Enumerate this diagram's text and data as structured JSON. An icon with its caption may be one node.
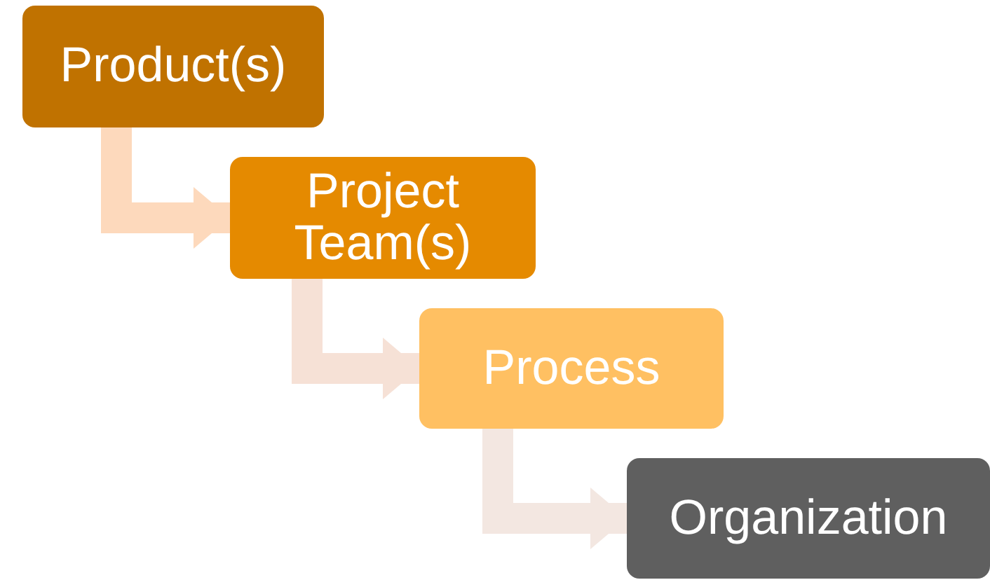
{
  "diagram": {
    "nodes": [
      {
        "text": [
          "Product(s)"
        ]
      },
      {
        "text": [
          "Project Team(s)"
        ]
      },
      {
        "text": [
          "Process"
        ]
      },
      {
        "text": [
          "Organization"
        ]
      }
    ],
    "edges": [
      {
        "from": 0,
        "to": 1,
        "arrow": "to",
        "color": "#fdd9bc"
      },
      {
        "from": 1,
        "to": 2,
        "arrow": "to",
        "color": "#f6e1d6"
      },
      {
        "from": 2,
        "to": 3,
        "arrow": "to",
        "color": "#f3e7e1"
      }
    ]
  }
}
